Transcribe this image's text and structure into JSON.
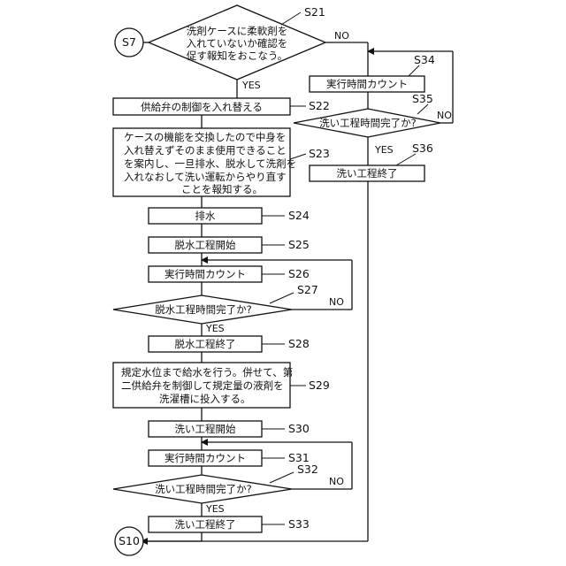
{
  "terminals": {
    "start": "S7",
    "end": "S10"
  },
  "steps": {
    "s21": {
      "id": "S21",
      "lines": [
        "洗剤ケースに柔軟剤を",
        "入れていないか確認を",
        "促す報知をおこなう。"
      ],
      "yes": "YES",
      "no": "NO"
    },
    "s22": {
      "id": "S22",
      "label": "供給弁の制御を入れ替える"
    },
    "s23": {
      "id": "S23",
      "lines": [
        "ケースの機能を交換したので中身を",
        "入れ替えずそのまま使用できること",
        "を案内し、一旦排水、脱水して洗剤を",
        "入れなおして洗い運転からやり直す",
        "ことを報知する。"
      ]
    },
    "s24": {
      "id": "S24",
      "label": "排水"
    },
    "s25": {
      "id": "S25",
      "label": "脱水工程開始"
    },
    "s26": {
      "id": "S26",
      "label": "実行時間カウント"
    },
    "s27": {
      "id": "S27",
      "label": "脱水工程時間完了か?",
      "yes": "YES",
      "no": "NO"
    },
    "s28": {
      "id": "S28",
      "label": "脱水工程終了"
    },
    "s29": {
      "id": "S29",
      "lines": [
        "規定水位まで給水を行う。併せて、第",
        "二供給弁を制御して規定量の液剤を",
        "洗濯槽に投入する。"
      ]
    },
    "s30": {
      "id": "S30",
      "label": "洗い工程開始"
    },
    "s31": {
      "id": "S31",
      "label": "実行時間カウント"
    },
    "s32": {
      "id": "S32",
      "label": "洗い工程時間完了か?",
      "yes": "YES",
      "no": "NO"
    },
    "s33": {
      "id": "S33",
      "label": "洗い工程終了"
    },
    "s34": {
      "id": "S34",
      "label": "実行時間カウント"
    },
    "s35": {
      "id": "S35",
      "label": "洗い工程時間完了か?",
      "yes": "YES",
      "no": "NO"
    },
    "s36": {
      "id": "S36",
      "label": "洗い工程終了"
    }
  }
}
